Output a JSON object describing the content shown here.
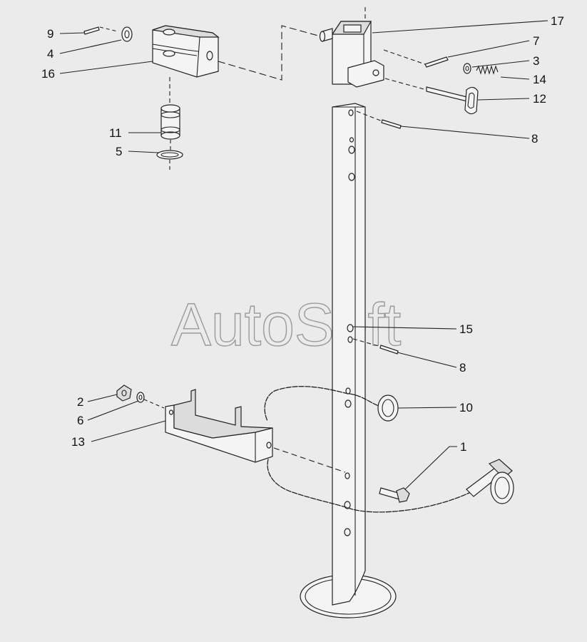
{
  "watermark": "AutoSoft",
  "callouts": [
    {
      "id": "c9",
      "text": "9"
    },
    {
      "id": "c4",
      "text": "4"
    },
    {
      "id": "c16",
      "text": "16"
    },
    {
      "id": "c11",
      "text": "11"
    },
    {
      "id": "c5",
      "text": "5"
    },
    {
      "id": "c17",
      "text": "17"
    },
    {
      "id": "c7",
      "text": "7"
    },
    {
      "id": "c3",
      "text": "3"
    },
    {
      "id": "c14",
      "text": "14"
    },
    {
      "id": "c12",
      "text": "12"
    },
    {
      "id": "c8a",
      "text": "8"
    },
    {
      "id": "c15",
      "text": "15"
    },
    {
      "id": "c8b",
      "text": "8"
    },
    {
      "id": "c10",
      "text": "10"
    },
    {
      "id": "c2",
      "text": "2"
    },
    {
      "id": "c6",
      "text": "6"
    },
    {
      "id": "c13",
      "text": "13"
    },
    {
      "id": "c1",
      "text": "1"
    }
  ]
}
